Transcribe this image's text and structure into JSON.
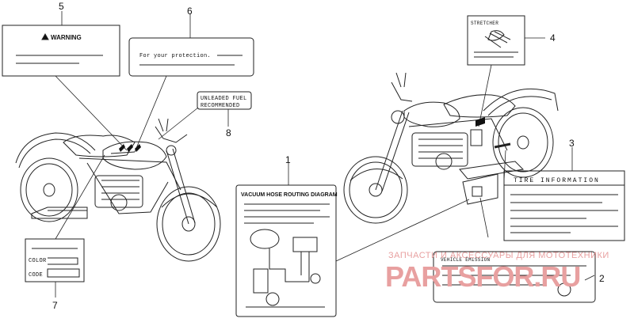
{
  "callouts": {
    "c1": "1",
    "c2": "2",
    "c3": "3",
    "c4": "4",
    "c5": "5",
    "c6": "6",
    "c7": "7",
    "c8": "8"
  },
  "labels": {
    "warning": "WARNING",
    "protection": "For your protection.",
    "unleaded_line1": "UNLEADED FUEL",
    "unleaded_line2": "RECOMMENDED",
    "vacuum": "VACUUM HOSE ROUTING DIAGRAM",
    "tire": "TIRE INFORMATION",
    "vehicle": "VEHICLE EMISSION",
    "color": "COLOR",
    "code": "CODE",
    "stretcher": "STRETCHER"
  },
  "watermark": {
    "line1": "ЗАПЧАСТИ И АКСЕССУАРЫ ДЛЯ МОТОТЕХНИКИ",
    "line2": "PARTSFOR.RU"
  }
}
